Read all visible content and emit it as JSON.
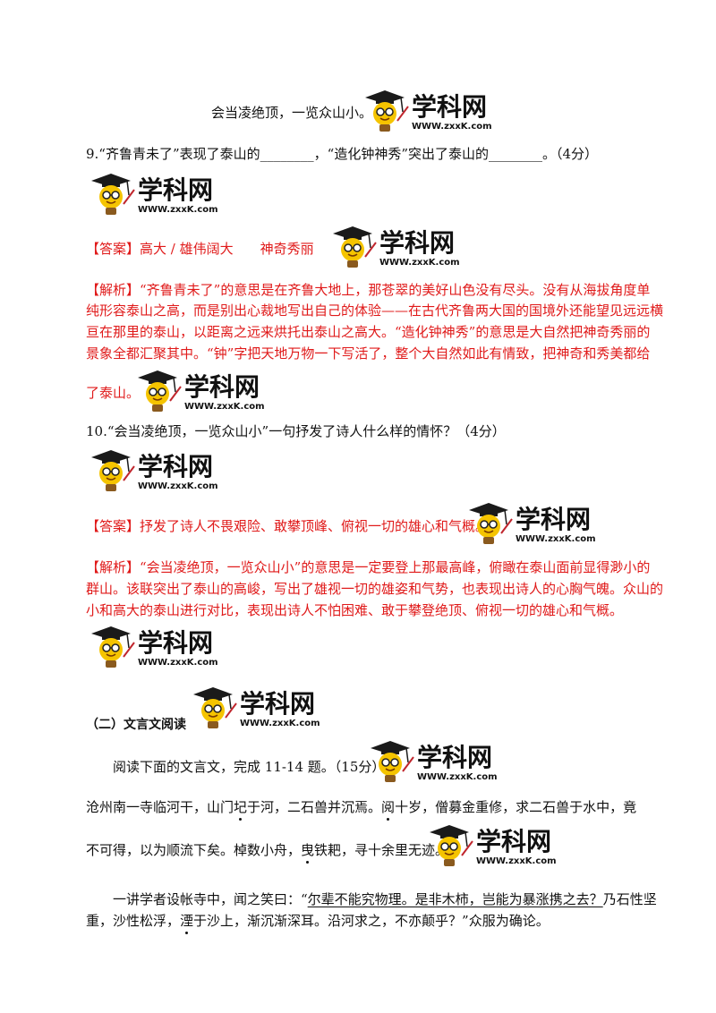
{
  "logo": {
    "text": "学科网",
    "url_text": "WWW.zxxK.com"
  },
  "top": {
    "poem_line": "会当凌绝顶，一览众山小。"
  },
  "q9": {
    "question": "9.“齐鲁青未了”表现了泰山的________，“造化钟神秀”突出了泰山的________。（4分）",
    "answer_tag": "【答案】",
    "answer": "高大 / 雄伟阔大　　神奇秀丽",
    "analysis_tag": "【解析】",
    "analysis_lines": [
      "“齐鲁青未了”的意思是在齐鲁大地上，那苍翠的美好山色没有尽头。没有从海拔角度单",
      "纯形容泰山之高，而是别出心裁地写出自己的体验——在古代齐鲁两大国的国境外还能望见远远横",
      "亘在那里的泰山，以距离之远来烘托出泰山之高大。“造化钟神秀”的意思是大自然把神奇秀丽的",
      "景象全都汇聚其中。“钟”字把天地万物一下写活了，整个大自然如此有情致，把神奇和秀美都给",
      "了泰山。"
    ]
  },
  "q10": {
    "question": "10.“会当凌绝顶，一览众山小”一句抒发了诗人什么样的情怀？（4分）",
    "answer_tag": "【答案】",
    "answer": "抒发了诗人不畏艰险、敢攀顶峰、俯视一切的雄心和气概。",
    "analysis_tag": "【解析】",
    "analysis_lines": [
      "“会当凌绝顶，一览众山小”的意思是一定要登上那最高峰，俯瞰在泰山面前显得渺小的",
      "群山。该联突出了泰山的高峻，写出了雄视一切的雄姿和气势，也表现出诗人的心胸气魄。众山的",
      "小和高大的泰山进行对比，表现出诗人不怕困难、敢于攀登绝顶、俯视一切的雄心和气概。"
    ]
  },
  "section2": {
    "heading": "（二）文言文阅读",
    "instruction": "阅读下面的文言文，完成 11-14 题。（15分）",
    "p1_a": "沧州南一寺临河干，山门",
    "p1_dot1": "圮",
    "p1_b": "于河，二石兽并沉焉。",
    "p1_dot2": "阅",
    "p1_c": "十岁，僧募金重修，求二石兽于水中，竟",
    "p1_line2_a": "不可得，以为顺流下矣。棹数小舟，",
    "p1_dot3": "曳",
    "p1_line2_b": "铁耙，寻十余里无迹。",
    "p2_a": "一讲学者设帐寺中，闻之笑曰：“",
    "p2_underlined": "尔辈不能究物理。是非木柿，岂能为暴涨携之去？",
    "p2_b": "乃石性坚",
    "p2_line2_a": "重，沙性松浮，",
    "p2_dot": "湮",
    "p2_line2_b": "于沙上，渐沉渐深耳。沿河求之，不亦颠乎？”众服为确论。"
  }
}
